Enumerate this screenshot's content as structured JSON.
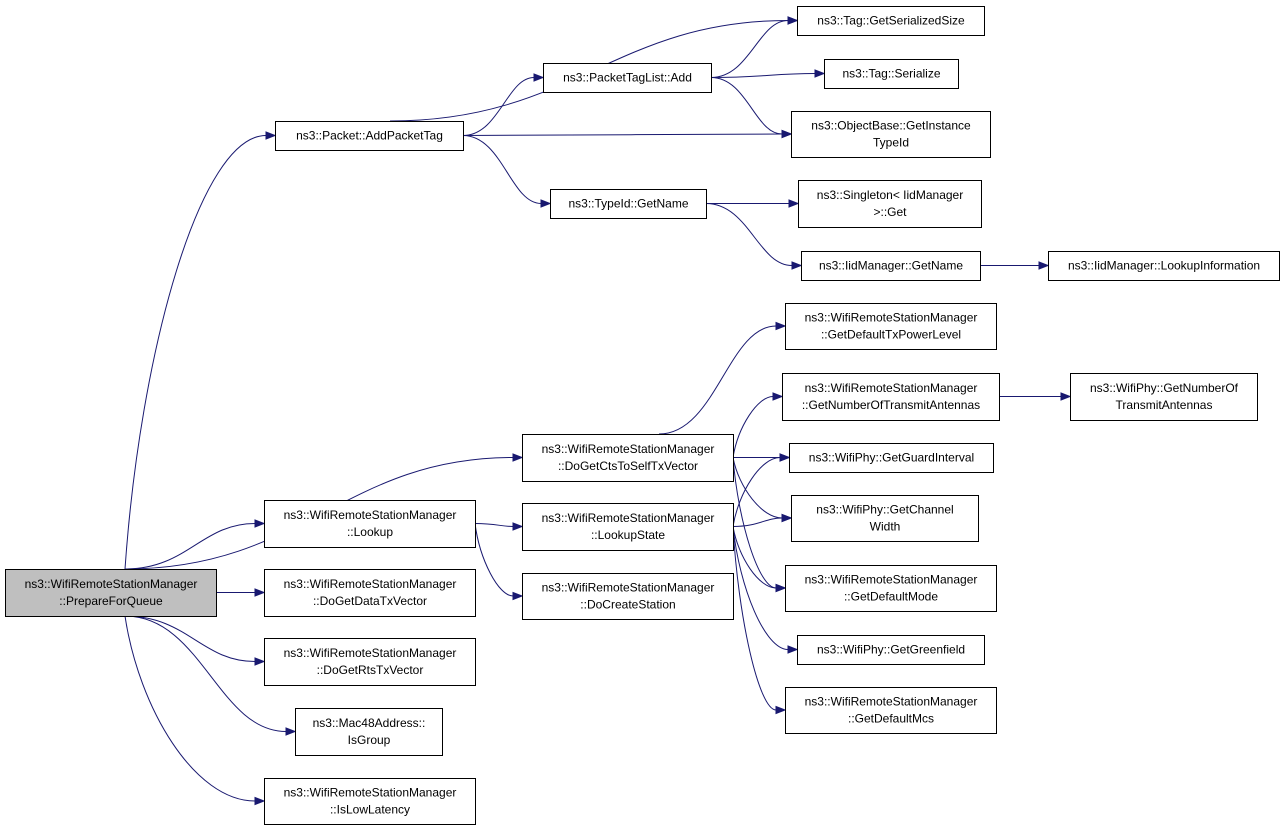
{
  "diagram": {
    "nodes": [
      {
        "id": "root",
        "lines": [
          "ns3::WifiRemoteStationManager",
          "::PrepareForQueue"
        ],
        "highlight": true
      },
      {
        "id": "addPacketTag",
        "lines": [
          "ns3::Packet::AddPacketTag"
        ]
      },
      {
        "id": "tagGetSerializedSize",
        "lines": [
          "ns3::Tag::GetSerializedSize"
        ]
      },
      {
        "id": "packetTagListAdd",
        "lines": [
          "ns3::PacketTagList::Add"
        ]
      },
      {
        "id": "tagSerialize",
        "lines": [
          "ns3::Tag::Serialize"
        ]
      },
      {
        "id": "objectBaseGetInstanceTypeId",
        "lines": [
          "ns3::ObjectBase::GetInstance",
          "TypeId"
        ]
      },
      {
        "id": "typeIdGetName",
        "lines": [
          "ns3::TypeId::GetName"
        ]
      },
      {
        "id": "singletonGet",
        "lines": [
          "ns3::Singleton< IidManager",
          ">::Get"
        ]
      },
      {
        "id": "iidManagerGetName",
        "lines": [
          "ns3::IidManager::GetName"
        ]
      },
      {
        "id": "iidManagerLookupInformation",
        "lines": [
          "ns3::IidManager::LookupInformation"
        ]
      },
      {
        "id": "getDefaultTxPowerLevel",
        "lines": [
          "ns3::WifiRemoteStationManager",
          "::GetDefaultTxPowerLevel"
        ]
      },
      {
        "id": "getNumberOfTransmitAntennas",
        "lines": [
          "ns3::WifiRemoteStationManager",
          "::GetNumberOfTransmitAntennas"
        ]
      },
      {
        "id": "wifiPhyGetNumberOfTransmitAntennas",
        "lines": [
          "ns3::WifiPhy::GetNumberOf",
          "TransmitAntennas"
        ]
      },
      {
        "id": "doGetCtsToSelfTxVector",
        "lines": [
          "ns3::WifiRemoteStationManager",
          "::DoGetCtsToSelfTxVector"
        ]
      },
      {
        "id": "wifiPhyGetGuardInterval",
        "lines": [
          "ns3::WifiPhy::GetGuardInterval"
        ]
      },
      {
        "id": "lookup",
        "lines": [
          "ns3::WifiRemoteStationManager",
          "::Lookup"
        ]
      },
      {
        "id": "lookupState",
        "lines": [
          "ns3::WifiRemoteStationManager",
          "::LookupState"
        ]
      },
      {
        "id": "wifiPhyGetChannelWidth",
        "lines": [
          "ns3::WifiPhy::GetChannel",
          "Width"
        ]
      },
      {
        "id": "doGetDataTxVector",
        "lines": [
          "ns3::WifiRemoteStationManager",
          "::DoGetDataTxVector"
        ]
      },
      {
        "id": "doCreateStation",
        "lines": [
          "ns3::WifiRemoteStationManager",
          "::DoCreateStation"
        ]
      },
      {
        "id": "getDefaultMode",
        "lines": [
          "ns3::WifiRemoteStationManager",
          "::GetDefaultMode"
        ]
      },
      {
        "id": "wifiPhyGetGreenfield",
        "lines": [
          "ns3::WifiPhy::GetGreenfield"
        ]
      },
      {
        "id": "doGetRtsTxVector",
        "lines": [
          "ns3::WifiRemoteStationManager",
          "::DoGetRtsTxVector"
        ]
      },
      {
        "id": "getDefaultMcs",
        "lines": [
          "ns3::WifiRemoteStationManager",
          "::GetDefaultMcs"
        ]
      },
      {
        "id": "mac48IsGroup",
        "lines": [
          "ns3::Mac48Address::",
          "IsGroup"
        ]
      },
      {
        "id": "isLowLatency",
        "lines": [
          "ns3::WifiRemoteStationManager",
          "::IsLowLatency"
        ]
      }
    ],
    "edges": [
      [
        "root",
        "addPacketTag"
      ],
      [
        "root",
        "doGetCtsToSelfTxVector"
      ],
      [
        "root",
        "lookup"
      ],
      [
        "root",
        "doGetDataTxVector"
      ],
      [
        "root",
        "doGetRtsTxVector"
      ],
      [
        "root",
        "mac48IsGroup"
      ],
      [
        "root",
        "isLowLatency"
      ],
      [
        "addPacketTag",
        "tagGetSerializedSize"
      ],
      [
        "addPacketTag",
        "packetTagListAdd"
      ],
      [
        "addPacketTag",
        "objectBaseGetInstanceTypeId"
      ],
      [
        "addPacketTag",
        "typeIdGetName"
      ],
      [
        "packetTagListAdd",
        "tagGetSerializedSize"
      ],
      [
        "packetTagListAdd",
        "tagSerialize"
      ],
      [
        "packetTagListAdd",
        "objectBaseGetInstanceTypeId"
      ],
      [
        "typeIdGetName",
        "singletonGet"
      ],
      [
        "typeIdGetName",
        "iidManagerGetName"
      ],
      [
        "iidManagerGetName",
        "iidManagerLookupInformation"
      ],
      [
        "doGetCtsToSelfTxVector",
        "getDefaultTxPowerLevel"
      ],
      [
        "doGetCtsToSelfTxVector",
        "getNumberOfTransmitAntennas"
      ],
      [
        "doGetCtsToSelfTxVector",
        "wifiPhyGetGuardInterval"
      ],
      [
        "doGetCtsToSelfTxVector",
        "wifiPhyGetChannelWidth"
      ],
      [
        "doGetCtsToSelfTxVector",
        "getDefaultMode"
      ],
      [
        "getNumberOfTransmitAntennas",
        "wifiPhyGetNumberOfTransmitAntennas"
      ],
      [
        "lookup",
        "lookupState"
      ],
      [
        "lookup",
        "doCreateStation"
      ],
      [
        "lookupState",
        "wifiPhyGetGuardInterval"
      ],
      [
        "lookupState",
        "wifiPhyGetChannelWidth"
      ],
      [
        "lookupState",
        "getDefaultMode"
      ],
      [
        "lookupState",
        "wifiPhyGetGreenfield"
      ],
      [
        "lookupState",
        "getDefaultMcs"
      ]
    ]
  }
}
